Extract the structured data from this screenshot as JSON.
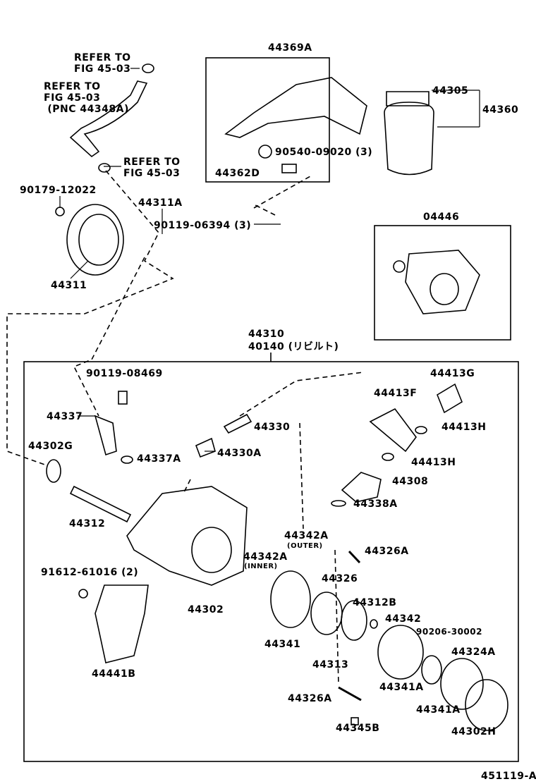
{
  "refs": {
    "r1": "REFER TO\nFIG 45-03",
    "r2": "REFER TO\nFIG 45-03\n (PNC 44348A)",
    "r3": "REFER TO\nFIG 45-03"
  },
  "parts": {
    "p44369A": "44369A",
    "p44305": "44305",
    "p44360": "44360",
    "p90540": "90540-09020 (3)",
    "p44362D": "44362D",
    "p90179": "90179-12022",
    "p44311A": "44311A",
    "p90119a": "90119-06394 (3)",
    "p04446": "04446",
    "p44311": "44311",
    "p44310": "44310",
    "p40140": "40140 (リビルト)",
    "p90119b": "90119-08469",
    "p44413G": "44413G",
    "p44413F": "44413F",
    "p44337": "44337",
    "p44330": "44330",
    "p44413H1": "44413H",
    "p44302G": "44302G",
    "p44337A": "44337A",
    "p44330A": "44330A",
    "p44413H2": "44413H",
    "p44308": "44308",
    "p44312": "44312",
    "p44338A": "44338A",
    "p44342A1": "44342A",
    "outer": "(OUTER)",
    "p44326A1": "44326A",
    "p44342A2": "44342A",
    "inner": "(INNER)",
    "p91612": "91612-61016 (2)",
    "p44326": "44326",
    "p44312B": "44312B",
    "p44302": "44302",
    "p44342": "44342",
    "p90206": "90206-30002",
    "p44341": "44341",
    "p44324A": "44324A",
    "p44313": "44313",
    "p44441B": "44441B",
    "p44341A1": "44341A",
    "p44326A2": "44326A",
    "p44341A2": "44341A",
    "p44302H": "44302H",
    "p44345B": "44345B"
  },
  "figure_id": "451119-A"
}
